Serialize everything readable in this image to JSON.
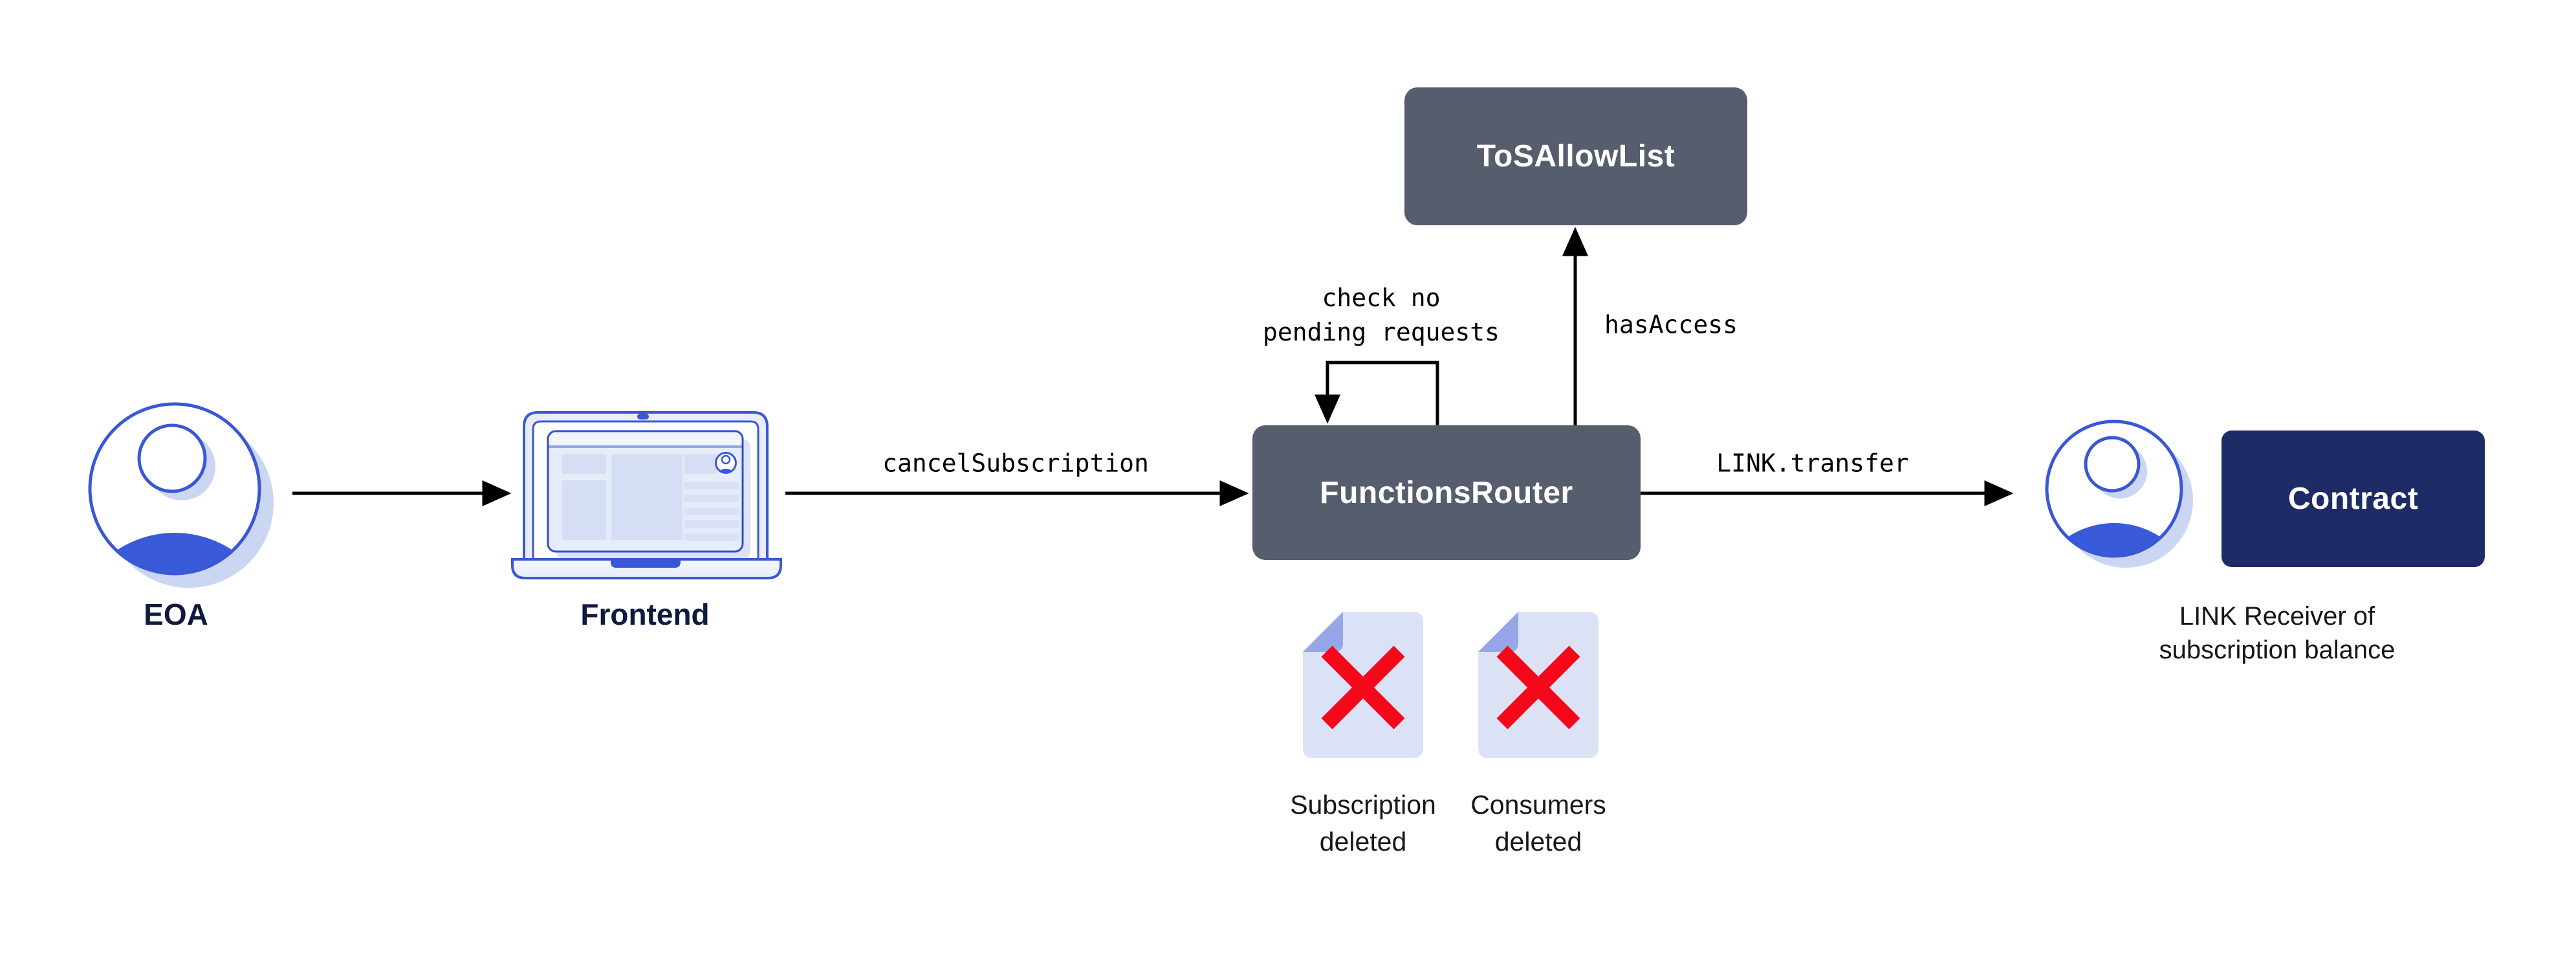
{
  "diagram": {
    "nodes": {
      "eoa": {
        "label": "EOA"
      },
      "frontend": {
        "label": "Frontend"
      },
      "functions_router": {
        "label": "FunctionsRouter"
      },
      "tos_allow_list": {
        "label": "ToSAllowList"
      },
      "contract": {
        "label": "Contract"
      },
      "link_receiver": {
        "label_line1": "LINK Receiver of",
        "label_line2": "subscription balance"
      }
    },
    "edges": {
      "frontend_to_router": {
        "label": "cancelSubscription"
      },
      "router_self_loop": {
        "label_line1": "check no",
        "label_line2": "pending requests"
      },
      "router_to_tos": {
        "label": "hasAccess"
      },
      "router_to_receiver": {
        "label": "LINK.transfer"
      }
    },
    "artifacts": {
      "subscription_deleted": {
        "line1": "Subscription",
        "line2": "deleted"
      },
      "consumers_deleted": {
        "line1": "Consumers",
        "line2": "deleted"
      }
    },
    "theme": {
      "slate": "#565D6D",
      "navy": "#1D2C66",
      "blue": "#3A57D8",
      "blue_fill": "#3A5BD9",
      "shadow_blue": "#CBD6F2",
      "doc_fill": "#DBE2F6",
      "doc_fold": "#96A7E8",
      "x_red": "#F6081B",
      "line_black": "#000000",
      "label_dark": "#0F1B3D",
      "text_black": "#161616",
      "white": "#FFFFFF"
    }
  }
}
